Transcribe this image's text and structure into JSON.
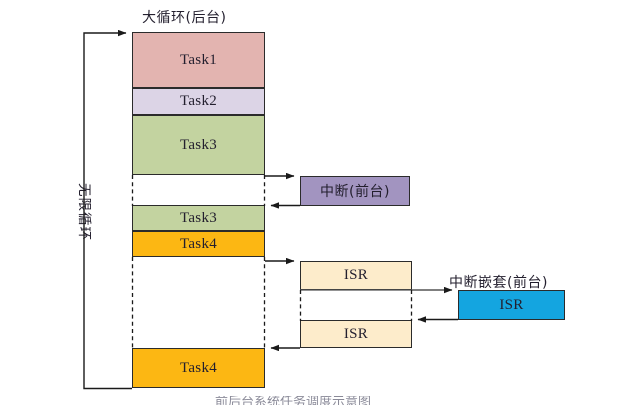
{
  "diagram": {
    "title_main_loop": "大循环(后台)",
    "label_infinite_loop": "无限循环",
    "label_interrupt_foreground": "中断(前台)",
    "label_nested_interrupt_foreground": "中断嵌套(前台)",
    "caption_cut": "前后台系统任务调度示意图",
    "colors": {
      "task1": "#e3b4b0",
      "task2": "#dcd4e6",
      "task3": "#c3d3a0",
      "task4": "#fcb713",
      "interrupt": "#a294c0",
      "isr": "#fdeccb",
      "nested_isr": "#14a5e0",
      "stroke": "#2b2b2b"
    },
    "blocks": [
      {
        "id": "task1",
        "label": "Task1",
        "color_key": "task1"
      },
      {
        "id": "task2",
        "label": "Task2",
        "color_key": "task2"
      },
      {
        "id": "task3a",
        "label": "Task3",
        "color_key": "task3"
      },
      {
        "id": "task3b",
        "label": "Task3",
        "color_key": "task3"
      },
      {
        "id": "task4a",
        "label": "Task4",
        "color_key": "task4"
      },
      {
        "id": "task4b",
        "label": "Task4",
        "color_key": "task4"
      },
      {
        "id": "interrupt",
        "label": "中断(前台)",
        "color_key": "interrupt"
      },
      {
        "id": "isr1",
        "label": "ISR",
        "color_key": "isr"
      },
      {
        "id": "isr2",
        "label": "ISR",
        "color_key": "isr"
      },
      {
        "id": "isr_nested",
        "label": "ISR",
        "color_key": "nested_isr"
      }
    ]
  }
}
